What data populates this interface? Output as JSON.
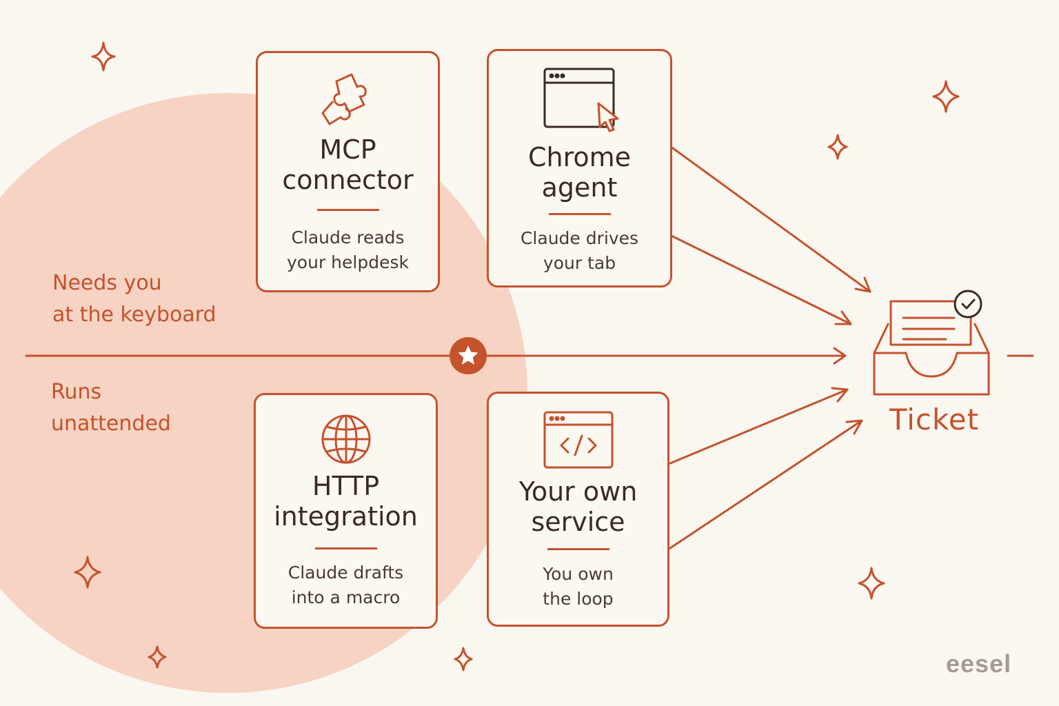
{
  "colors": {
    "background": "#faf6f0",
    "accent": "#c4522c",
    "blob": "#f6d3c2",
    "text_dark": "#3a2a24",
    "brand_gray": "#a49a93"
  },
  "rows": {
    "top_label_line1": "Needs you",
    "top_label_line2": "at the keyboard",
    "bottom_label_line1": "Runs",
    "bottom_label_line2": "unattended"
  },
  "cards": {
    "mcp": {
      "icon": "puzzle-connector-icon",
      "title_line1": "MCP",
      "title_line2": "connector",
      "desc_line1": "Claude reads",
      "desc_line2": "your helpdesk"
    },
    "chrome": {
      "icon": "browser-cursor-icon",
      "title_line1": "Chrome",
      "title_line2": "agent",
      "desc_line1": "Claude drives",
      "desc_line2": "your tab"
    },
    "http": {
      "icon": "globe-icon",
      "title_line1": "HTTP",
      "title_line2": "integration",
      "desc_line1": "Claude drafts",
      "desc_line2": "into a macro"
    },
    "service": {
      "icon": "code-window-icon",
      "title_line1": "Your own",
      "title_line2": "service",
      "desc_line1": "You own",
      "desc_line2": "the loop"
    }
  },
  "ticket": {
    "icon": "inbox-tray-check-icon",
    "label": "Ticket"
  },
  "center_marker_icon": "star-icon",
  "brand": "eesel"
}
